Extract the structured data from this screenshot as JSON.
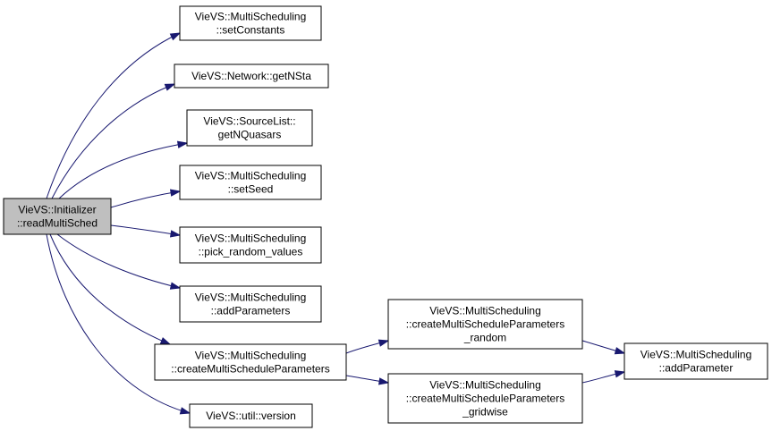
{
  "diagram": {
    "colors": {
      "root_fill": "#bfbfbf",
      "node_fill": "#ffffff",
      "edge": "#191970",
      "border": "#000000"
    },
    "nodes": [
      {
        "id": "root",
        "lines": [
          "VieVS::Initializer",
          "::readMultiSched"
        ],
        "root": true
      },
      {
        "id": "setConstants",
        "lines": [
          "VieVS::MultiScheduling",
          "::setConstants"
        ]
      },
      {
        "id": "getNSta",
        "lines": [
          "VieVS::Network::getNSta"
        ]
      },
      {
        "id": "getNQuasars",
        "lines": [
          "VieVS::SourceList::",
          "getNQuasars"
        ]
      },
      {
        "id": "setSeed",
        "lines": [
          "VieVS::MultiScheduling",
          "::setSeed"
        ]
      },
      {
        "id": "pickRandom",
        "lines": [
          "VieVS::MultiScheduling",
          "::pick_random_values"
        ]
      },
      {
        "id": "addParameters",
        "lines": [
          "VieVS::MultiScheduling",
          "::addParameters"
        ]
      },
      {
        "id": "createMSP",
        "lines": [
          "VieVS::MultiScheduling",
          "::createMultiScheduleParameters"
        ]
      },
      {
        "id": "version",
        "lines": [
          "VieVS::util::version"
        ]
      },
      {
        "id": "createRandom",
        "lines": [
          "VieVS::MultiScheduling",
          "::createMultiScheduleParameters",
          "_random"
        ]
      },
      {
        "id": "createGridwise",
        "lines": [
          "VieVS::MultiScheduling",
          "::createMultiScheduleParameters",
          "_gridwise"
        ]
      },
      {
        "id": "addParameter",
        "lines": [
          "VieVS::MultiScheduling",
          "::addParameter"
        ]
      }
    ],
    "edges": [
      {
        "from": "root",
        "to": "setConstants"
      },
      {
        "from": "root",
        "to": "getNSta"
      },
      {
        "from": "root",
        "to": "getNQuasars"
      },
      {
        "from": "root",
        "to": "setSeed"
      },
      {
        "from": "root",
        "to": "pickRandom"
      },
      {
        "from": "root",
        "to": "addParameters"
      },
      {
        "from": "root",
        "to": "createMSP"
      },
      {
        "from": "root",
        "to": "version"
      },
      {
        "from": "createMSP",
        "to": "createRandom"
      },
      {
        "from": "createMSP",
        "to": "createGridwise"
      },
      {
        "from": "createRandom",
        "to": "addParameter"
      },
      {
        "from": "createGridwise",
        "to": "addParameter"
      }
    ]
  }
}
